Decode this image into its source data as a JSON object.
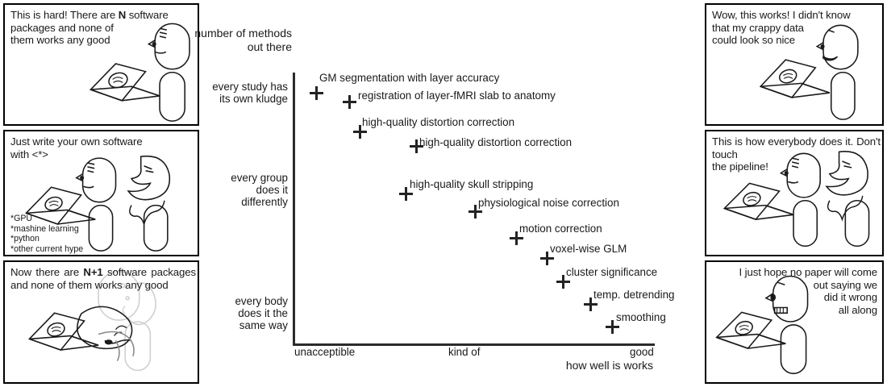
{
  "chart_data": {
    "type": "scatter",
    "title": "",
    "xlabel": "how well is works",
    "ylabel": "number of methods\nout there",
    "x_tick_labels": [
      "unacceptible",
      "kind of",
      "good"
    ],
    "y_tick_labels": [
      "every study has\nits own kludge",
      "every group\ndoes it\ndifferently",
      "every body\ndoes it the\nsame way"
    ],
    "grid": false,
    "legend": "none",
    "points": [
      {
        "label": "GM segmentation with layer accuracy",
        "x": 0.055,
        "y": 0.955,
        "label_pos": "above-right"
      },
      {
        "label": "registration of layer-fMRI slab to anatomy",
        "x": 0.155,
        "y": 0.915,
        "label_pos": "right"
      },
      {
        "label": "high-quality distortion correction",
        "x": 0.182,
        "y": 0.8,
        "label_pos": "above-right"
      },
      {
        "label": "high-quality distortion correction",
        "x": 0.34,
        "y": 0.745,
        "label_pos": "above-right"
      },
      {
        "label": "high-quality skull stripping",
        "x": 0.307,
        "y": 0.565,
        "label_pos": "above-right"
      },
      {
        "label": "physiological noise correction",
        "x": 0.5,
        "y": 0.505,
        "label_pos": "above-right"
      },
      {
        "label": "motion correction",
        "x": 0.615,
        "y": 0.405,
        "label_pos": "above-right"
      },
      {
        "label": "voxel-wise GLM",
        "x": 0.7,
        "y": 0.33,
        "label_pos": "above-right"
      },
      {
        "label": "cluster significance",
        "x": 0.765,
        "y": 0.225,
        "label_pos": "above-right"
      },
      {
        "label": "temp. detrending",
        "x": 0.835,
        "y": 0.15,
        "label_pos": "above-right"
      },
      {
        "label": "smoothing",
        "x": 0.895,
        "y": 0.075,
        "label_pos": "above-right"
      }
    ]
  },
  "panels": {
    "left": [
      {
        "id": "left-1",
        "caption": "This is hard! There are <b>N</b> software packages and none of them works any good",
        "caption_plain": "This is hard! There are N software packages and none of them works any good",
        "art": "person-with-laptop-frustrated"
      },
      {
        "id": "left-2",
        "caption": "Just write your own software with <*>",
        "art": "two-people-with-laptop-shrug",
        "sublist": "*GPU\n*mashine learning\n*python\n*other current hype"
      },
      {
        "id": "left-3",
        "caption": "Now there are <b>N+1</b> software packages and none of them works any good",
        "caption_plain": "Now there are N+1 software packages and none of them works any good",
        "art": "person-collapsed-on-laptop"
      }
    ],
    "right": [
      {
        "id": "right-1",
        "caption": "Wow, this works! I didn't know that my crappy  data could look so nice",
        "art": "happy-person-with-laptop"
      },
      {
        "id": "right-2",
        "caption": "This is how everybody does it. Don't touch the pipeline!",
        "art": "two-people-with-laptop-shrug"
      },
      {
        "id": "right-3",
        "caption": "I just hope no paper will come out saying we did it wrong all along",
        "art": "worried-person-with-laptop"
      }
    ]
  },
  "colors": {
    "ink": "#1a1a1a",
    "axis": "#2b2b2b",
    "panel_border": "#000000",
    "background": "#ffffff"
  }
}
